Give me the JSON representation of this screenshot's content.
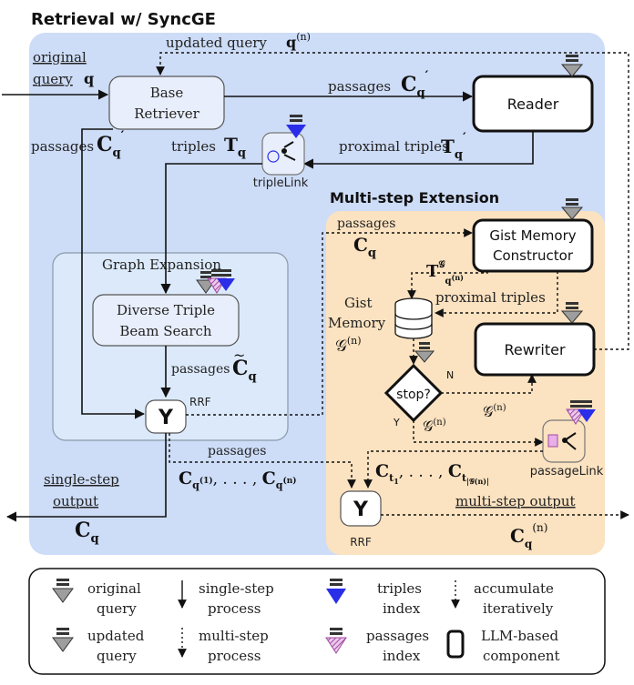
{
  "titles": {
    "main": "Retrieval w/ SyncGE",
    "multistep": "Multi-step Extension",
    "graph_expansion": "Graph Expansion"
  },
  "nodes": {
    "base_retriever": [
      "Base",
      "Retriever"
    ],
    "reader": "Reader",
    "diverse_triple": [
      "Diverse Triple",
      "Beam Search"
    ],
    "gist_constructor": [
      "Gist Memory",
      "Constructor"
    ],
    "rewriter": "Rewriter",
    "stop": "stop?",
    "rrf": "RRF",
    "rrf2": "RRF",
    "triplelink": "tripleLink",
    "passagelink": "passageLink",
    "gist_memory": [
      "Gist",
      "Memory"
    ]
  },
  "labels": {
    "original_query": [
      "original",
      "query"
    ],
    "updated_query": "updated query",
    "passages": "passages",
    "triples": "triples",
    "proximal_triples": "proximal triples",
    "single_step_output": [
      "single-step",
      "output"
    ],
    "multi_step_output": "multi-step output",
    "n": "N",
    "y": "Y"
  },
  "legend": {
    "original_query": [
      "original",
      "query"
    ],
    "updated_query": [
      "updated",
      "query"
    ],
    "single_step": [
      "single-step",
      "process"
    ],
    "multi_step": [
      "multi-step",
      "process"
    ],
    "triples_index": [
      "triples",
      "index"
    ],
    "passages_index": [
      "passages",
      "index"
    ],
    "accumulate": [
      "accumulate",
      "iteratively"
    ],
    "llm": [
      "LLM-based",
      "component"
    ]
  },
  "colors": {
    "blue_panel": "#cddcf7",
    "orange_panel": "#fbe2c0",
    "graph_panel": "#dbe9fa",
    "triple_blue": "#2a2ee8",
    "passage_purple": "#c06fc0",
    "gray_arrow": "#9e9e9e"
  }
}
